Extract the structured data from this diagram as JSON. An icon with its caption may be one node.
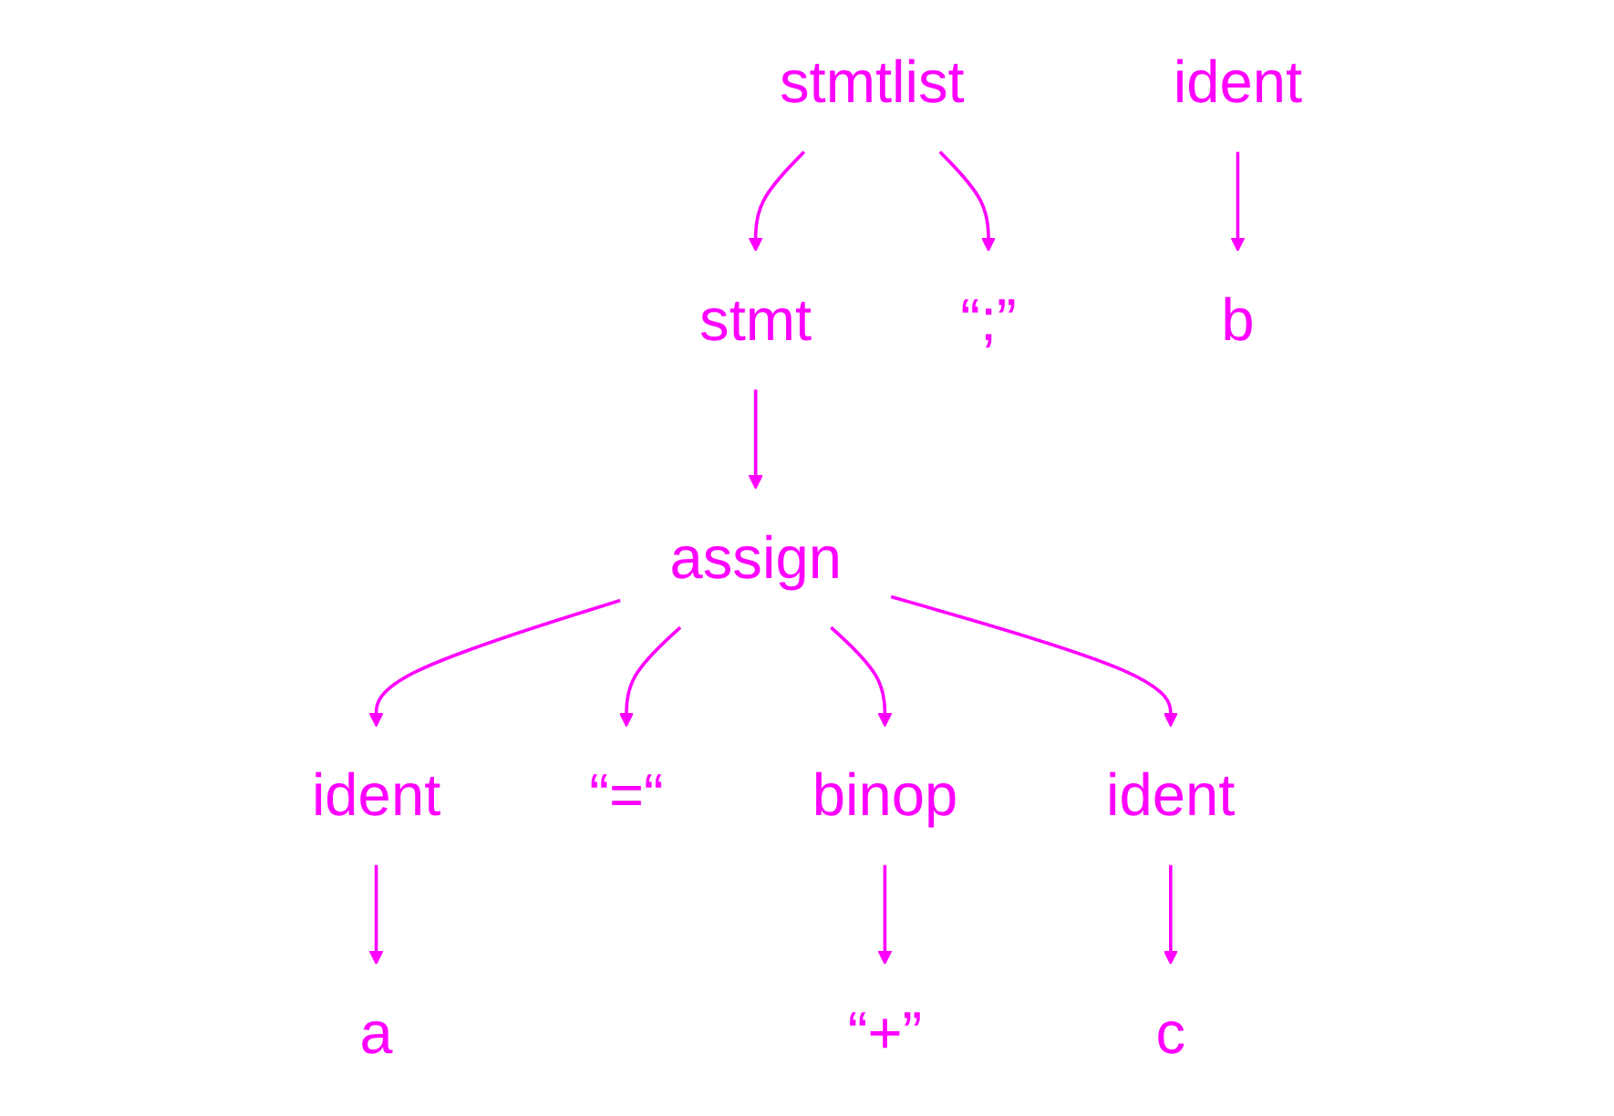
{
  "diagram": {
    "nodes": [
      {
        "text": [
          "stmtlist"
        ]
      },
      {
        "text": [
          "stmt"
        ]
      },
      {
        "text": [
          "“;”"
        ]
      },
      {
        "text": [
          "assign"
        ]
      },
      {
        "text": [
          "ident"
        ]
      },
      {
        "text": [
          "“=“"
        ]
      },
      {
        "text": [
          "ident"
        ]
      },
      {
        "text": [
          "binop"
        ]
      },
      {
        "text": [
          "ident"
        ]
      },
      {
        "text": [
          "a"
        ]
      },
      {
        "text": [
          "b"
        ]
      },
      {
        "text": [
          "“+”"
        ]
      },
      {
        "text": [
          "c"
        ]
      }
    ],
    "edges": [
      {
        "from": 0,
        "to": 1,
        "arrow": "to"
      },
      {
        "from": 0,
        "to": 2,
        "arrow": "to"
      },
      {
        "from": 1,
        "to": 3,
        "arrow": "to"
      },
      {
        "from": 3,
        "to": 4,
        "arrow": "to"
      },
      {
        "from": 3,
        "to": 5,
        "arrow": "to"
      },
      {
        "from": 3,
        "to": 7,
        "arrow": "to"
      },
      {
        "from": 3,
        "to": 8,
        "arrow": "to"
      },
      {
        "from": 4,
        "to": 9,
        "arrow": "to"
      },
      {
        "from": 6,
        "to": 10,
        "arrow": "to"
      },
      {
        "from": 7,
        "to": 11,
        "arrow": "to"
      },
      {
        "from": 8,
        "to": 12,
        "arrow": "to"
      }
    ]
  }
}
